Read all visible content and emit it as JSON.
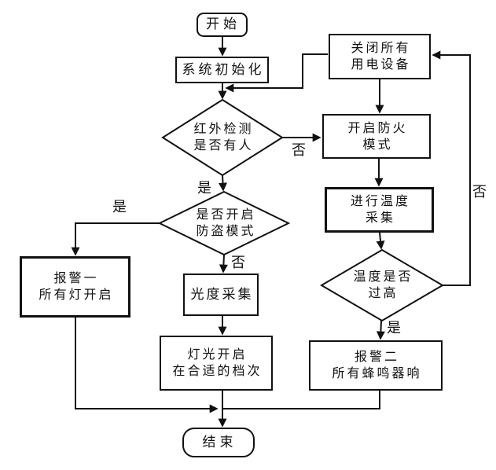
{
  "flowchart": {
    "nodes": {
      "start": {
        "label": "开始"
      },
      "system_init": {
        "label": "系统初始化"
      },
      "infrared_check": {
        "lines": [
          "红外检测",
          "是否有人"
        ]
      },
      "burglar_mode_check": {
        "lines": [
          "是否开启",
          "防盗模式"
        ]
      },
      "alarm_one": {
        "lines": [
          "报警一",
          "所有灯开启"
        ]
      },
      "light_collect": {
        "label": "光度采集"
      },
      "light_on": {
        "lines": [
          "灯光开启",
          "在合适的档次"
        ]
      },
      "power_off": {
        "lines": [
          "关闭所有",
          "用电设备"
        ]
      },
      "fire_mode": {
        "lines": [
          "开启防火",
          "模式"
        ]
      },
      "temp_collect": {
        "lines": [
          "进行温度",
          "采集"
        ]
      },
      "temp_check": {
        "lines": [
          "温度是否",
          "过高"
        ]
      },
      "alarm_two": {
        "lines": [
          "报警二",
          "所有蜂鸣器响"
        ]
      },
      "end": {
        "label": "结束"
      }
    },
    "edge_labels": {
      "infrared_no": "否",
      "infrared_yes": "是",
      "burglar_yes": "是",
      "burglar_no": "否",
      "temp_yes": "是",
      "temp_no": "否"
    },
    "colors": {
      "stroke": "#111111",
      "fill": "#ffffff",
      "text": "#111111"
    }
  }
}
